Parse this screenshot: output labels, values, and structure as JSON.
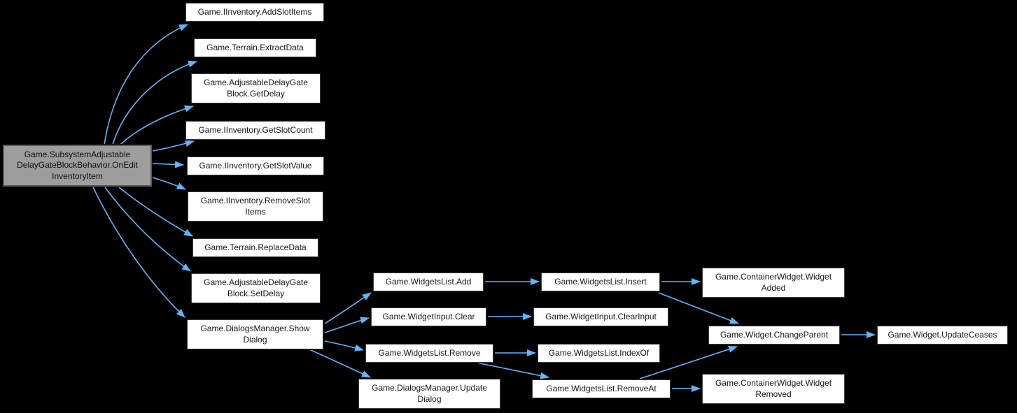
{
  "diagram": {
    "type": "call-graph",
    "colors": {
      "background": "#000000",
      "edge": "#63b4f6",
      "node_fill": "#ffffff",
      "node_border": "#3f3f3f",
      "root_fill": "#9d9d9d",
      "root_border": "#5a5a5a",
      "text": "#161616"
    },
    "nodes": {
      "root": {
        "label": "Game.SubsystemAdjustable\nDelayGateBlockBehavior.OnEdit\nInventoryItem"
      },
      "add_slot_items": {
        "label": "Game.IInventory.AddSlotItems"
      },
      "extract_data": {
        "label": "Game.Terrain.ExtractData"
      },
      "get_delay": {
        "label": "Game.AdjustableDelayGate\nBlock.GetDelay"
      },
      "get_slot_count": {
        "label": "Game.IInventory.GetSlotCount"
      },
      "get_slot_value": {
        "label": "Game.IInventory.GetSlotValue"
      },
      "remove_slot_items": {
        "label": "Game.IInventory.RemoveSlot\nItems"
      },
      "replace_data": {
        "label": "Game.Terrain.ReplaceData"
      },
      "set_delay": {
        "label": "Game.AdjustableDelayGate\nBlock.SetDelay"
      },
      "show_dialog": {
        "label": "Game.DialogsManager.Show\nDialog"
      },
      "widgets_list_add": {
        "label": "Game.WidgetsList.Add"
      },
      "widget_input_clear": {
        "label": "Game.WidgetInput.Clear"
      },
      "widgets_list_remove": {
        "label": "Game.WidgetsList.Remove"
      },
      "dialogs_manager_update_dialog": {
        "label": "Game.DialogsManager.Update\nDialog"
      },
      "widgets_list_insert": {
        "label": "Game.WidgetsList.Insert"
      },
      "widget_input_clear_input": {
        "label": "Game.WidgetInput.ClearInput"
      },
      "widgets_list_index_of": {
        "label": "Game.WidgetsList.IndexOf"
      },
      "widgets_list_remove_at": {
        "label": "Game.WidgetsList.RemoveAt"
      },
      "container_widget_widget_added": {
        "label": "Game.ContainerWidget.Widget\nAdded"
      },
      "widget_change_parent": {
        "label": "Game.Widget.ChangeParent"
      },
      "container_widget_widget_removed": {
        "label": "Game.ContainerWidget.Widget\nRemoved"
      },
      "widget_update_ceases": {
        "label": "Game.Widget.UpdateCeases"
      }
    },
    "edges": [
      {
        "from": "root",
        "to": "add_slot_items"
      },
      {
        "from": "root",
        "to": "extract_data"
      },
      {
        "from": "root",
        "to": "get_delay"
      },
      {
        "from": "root",
        "to": "get_slot_count"
      },
      {
        "from": "root",
        "to": "get_slot_value"
      },
      {
        "from": "root",
        "to": "remove_slot_items"
      },
      {
        "from": "root",
        "to": "replace_data"
      },
      {
        "from": "root",
        "to": "set_delay"
      },
      {
        "from": "root",
        "to": "show_dialog"
      },
      {
        "from": "show_dialog",
        "to": "widgets_list_add"
      },
      {
        "from": "show_dialog",
        "to": "widget_input_clear"
      },
      {
        "from": "show_dialog",
        "to": "widgets_list_remove"
      },
      {
        "from": "show_dialog",
        "to": "dialogs_manager_update_dialog"
      },
      {
        "from": "widgets_list_add",
        "to": "widgets_list_insert"
      },
      {
        "from": "widget_input_clear",
        "to": "widget_input_clear_input"
      },
      {
        "from": "widgets_list_remove",
        "to": "widgets_list_index_of"
      },
      {
        "from": "widgets_list_remove",
        "to": "widgets_list_remove_at"
      },
      {
        "from": "widgets_list_insert",
        "to": "container_widget_widget_added"
      },
      {
        "from": "widgets_list_insert",
        "to": "widget_change_parent"
      },
      {
        "from": "widgets_list_remove_at",
        "to": "widget_change_parent"
      },
      {
        "from": "widgets_list_remove_at",
        "to": "container_widget_widget_removed"
      },
      {
        "from": "widget_change_parent",
        "to": "widget_update_ceases"
      }
    ]
  }
}
